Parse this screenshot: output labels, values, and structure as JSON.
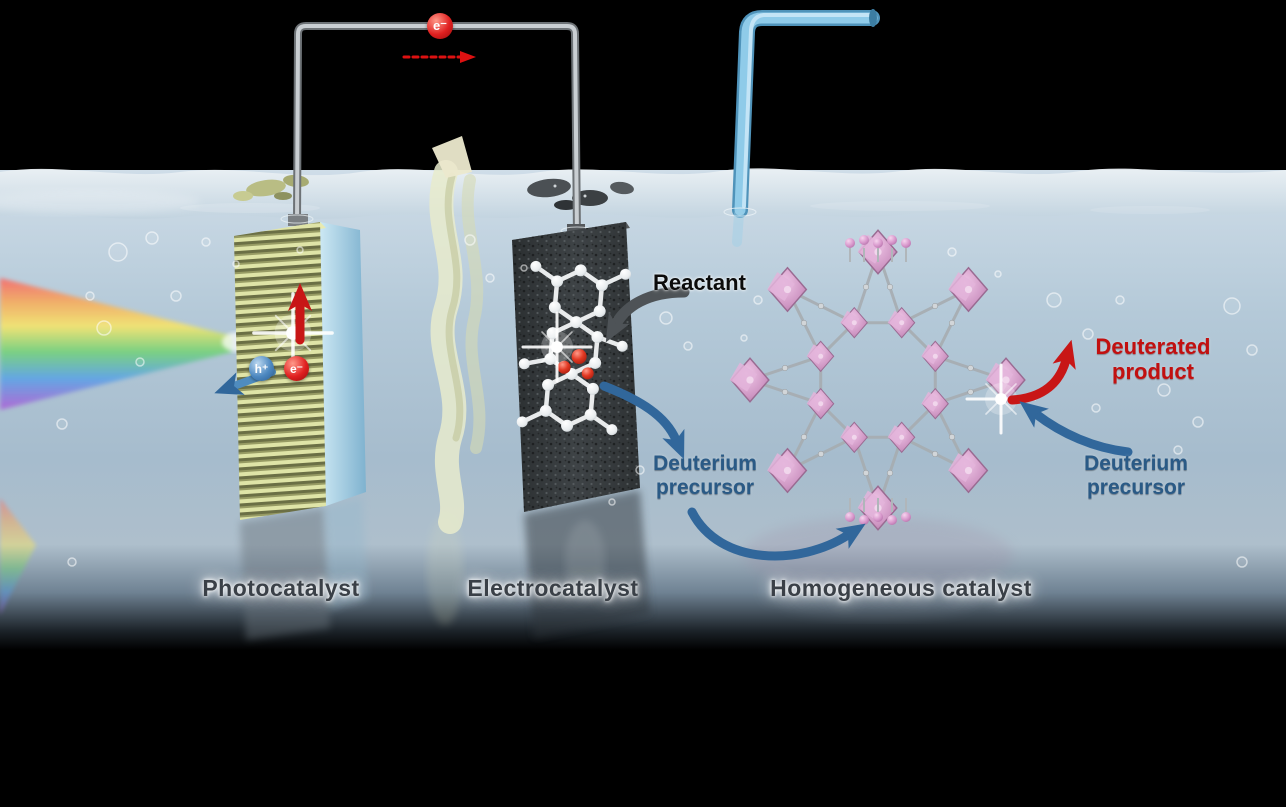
{
  "figure": {
    "catalyst_labels": {
      "photocatalyst": "Photocatalyst",
      "electrocatalyst": "Electrocatalyst",
      "homogeneous": "Homogeneous catalyst"
    },
    "annotations": {
      "circuit_electron": "e⁻",
      "hole": "h⁺",
      "electron": "e⁻",
      "reactant": "Reactant",
      "deuterium_precursor": "Deuterium precursor",
      "deuterated_product": "Deuterated product"
    },
    "colors": {
      "background": "#000000",
      "water": "#aec5d7",
      "reactant_text": "#0b0b0b",
      "precursor_text": "#2a5a86",
      "product_text": "#c21010",
      "catalyst_label_text": "#3a4047",
      "electron_badge": "#e02020",
      "hole_badge": "#4d88c0",
      "tube_blue": "#7fc0e2",
      "mof_pink": "#cf97c4",
      "electrode_dark": "#373b3e",
      "photocatalyst_layers": "#d3d78e",
      "arrow_red": "#c81616",
      "arrow_blue": "#31679b",
      "arrow_gray": "#4e5357"
    }
  }
}
